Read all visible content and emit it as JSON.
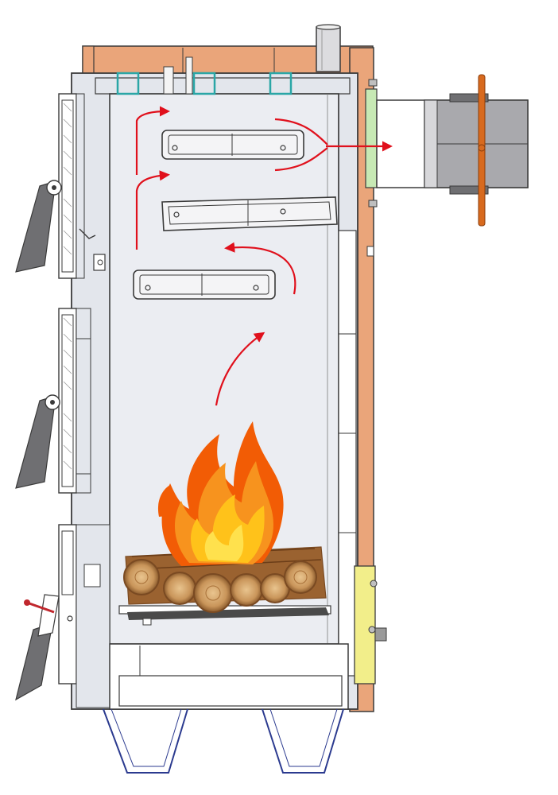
{
  "diagram": {
    "subject": "solid-fuel-boiler-cross-section",
    "colors": {
      "insulation": "#eaa57a",
      "casing": "#e3e6ec",
      "chamber": "#ebedf2",
      "outline": "#3a3a3a",
      "baffle": "#f4f4f6",
      "arrow": "#e0101c",
      "hook_teal": "#2aa6a6",
      "flue_grey": "#a9a9ad",
      "flue_green": "#c7e9b4",
      "damper_orange": "#d86a1e",
      "handle_grey": "#6f6f72",
      "control_yellow": "#f2ee8a",
      "legs_blue": "#2b3a8f",
      "flame_outer": "#f25c05",
      "flame_mid": "#f7931e",
      "flame_core": "#ffe14d",
      "log_wood": "#c9955a",
      "log_bark": "#7a4a22"
    },
    "arrows": [
      {
        "name": "up-left-channel",
        "count": 2
      },
      {
        "name": "rising-from-fire",
        "count": 1
      },
      {
        "name": "turn-under-baffle",
        "count": 1
      },
      {
        "name": "to-flue",
        "count": 1
      },
      {
        "name": "from-top-baffles",
        "count": 2
      }
    ],
    "baffle_count": 3,
    "door_count": 3
  }
}
